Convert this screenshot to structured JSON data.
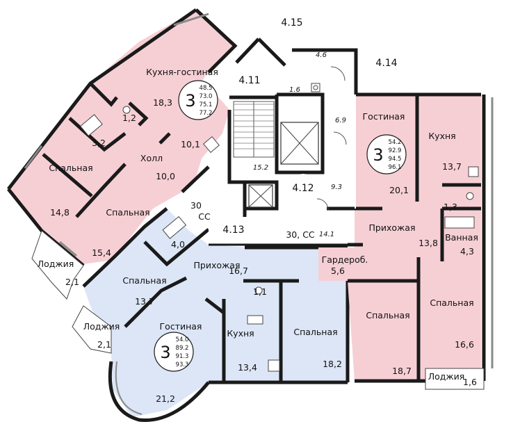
{
  "colors": {
    "apt_left": "#f6cfd5",
    "apt_bottom": "#dce6f6",
    "apt_right": "#f6cfd5",
    "core": "#ffffff",
    "wall": "#1a1a1a",
    "window": "#8a8a8a"
  },
  "sections": {
    "s415": "4.15",
    "s414": "4.14",
    "s411": "4.11",
    "s412": "4.12",
    "s413": "4.13"
  },
  "core": {
    "a46": "4.6",
    "a16": "1.6",
    "a69": "6.9",
    "a152": "15.2",
    "a93": "9.3",
    "a141": "14.1",
    "corr_label": "30, СС",
    "stair_label_1": "30",
    "stair_label_2": "СС"
  },
  "apt_left": {
    "badge": {
      "rooms": "3",
      "a1": "48.5",
      "a2": "73.0",
      "a3": "75.1",
      "a4": "77.2"
    },
    "rooms": {
      "kitchen_label": "Кухня-гостиная",
      "kitchen_area": "18,3",
      "wc_area": "1,2",
      "bath_area": "3,2",
      "hall_label": "Холл",
      "hall_area": "10,1",
      "hall2_area": "10,0",
      "bed1_label": "Спальная",
      "bed1_area": "14,8",
      "bed2_label": "Спальная",
      "bed2_area": "15,4",
      "loggia_label": "Лоджия",
      "loggia_area": "2,1"
    }
  },
  "apt_bottom": {
    "badge": {
      "rooms": "3",
      "a1": "54.0",
      "a2": "89.2",
      "a3": "91.3",
      "a4": "93.3"
    },
    "rooms": {
      "bath_area": "4,0",
      "hall_label": "Прихожая",
      "hall_area": "16,7",
      "wc_area": "1,1",
      "bed1_label": "Спальная",
      "bed1_area": "13,7",
      "loggia_label": "Лоджия",
      "loggia_area": "2,1",
      "living_label": "Гостиная",
      "living_area": "21,2",
      "kitchen_label": "Кухня",
      "kitchen_area": "13,4",
      "bed2_label": "Спальная",
      "bed2_area": "18,2"
    }
  },
  "apt_right": {
    "badge": {
      "rooms": "3",
      "a1": "54.2",
      "a2": "92.9",
      "a3": "94.5",
      "a4": "96.1"
    },
    "rooms": {
      "living_label": "Гостиная",
      "living_area": "20,1",
      "kitchen_label": "Кухня",
      "kitchen_area": "13,7",
      "wc_area": "1,3",
      "hall_label": "Прихожая",
      "hall_area": "13,8",
      "bath_label": "Ванная",
      "bath_area": "4,3",
      "wardrobe_label": "Гардероб.",
      "wardrobe_area": "5,6",
      "bed1_label": "Спальная",
      "bed1_area": "18,7",
      "bed2_label": "Спальная",
      "bed2_area": "16,6",
      "loggia_label": "Лоджия",
      "loggia_area": "1,6"
    }
  }
}
